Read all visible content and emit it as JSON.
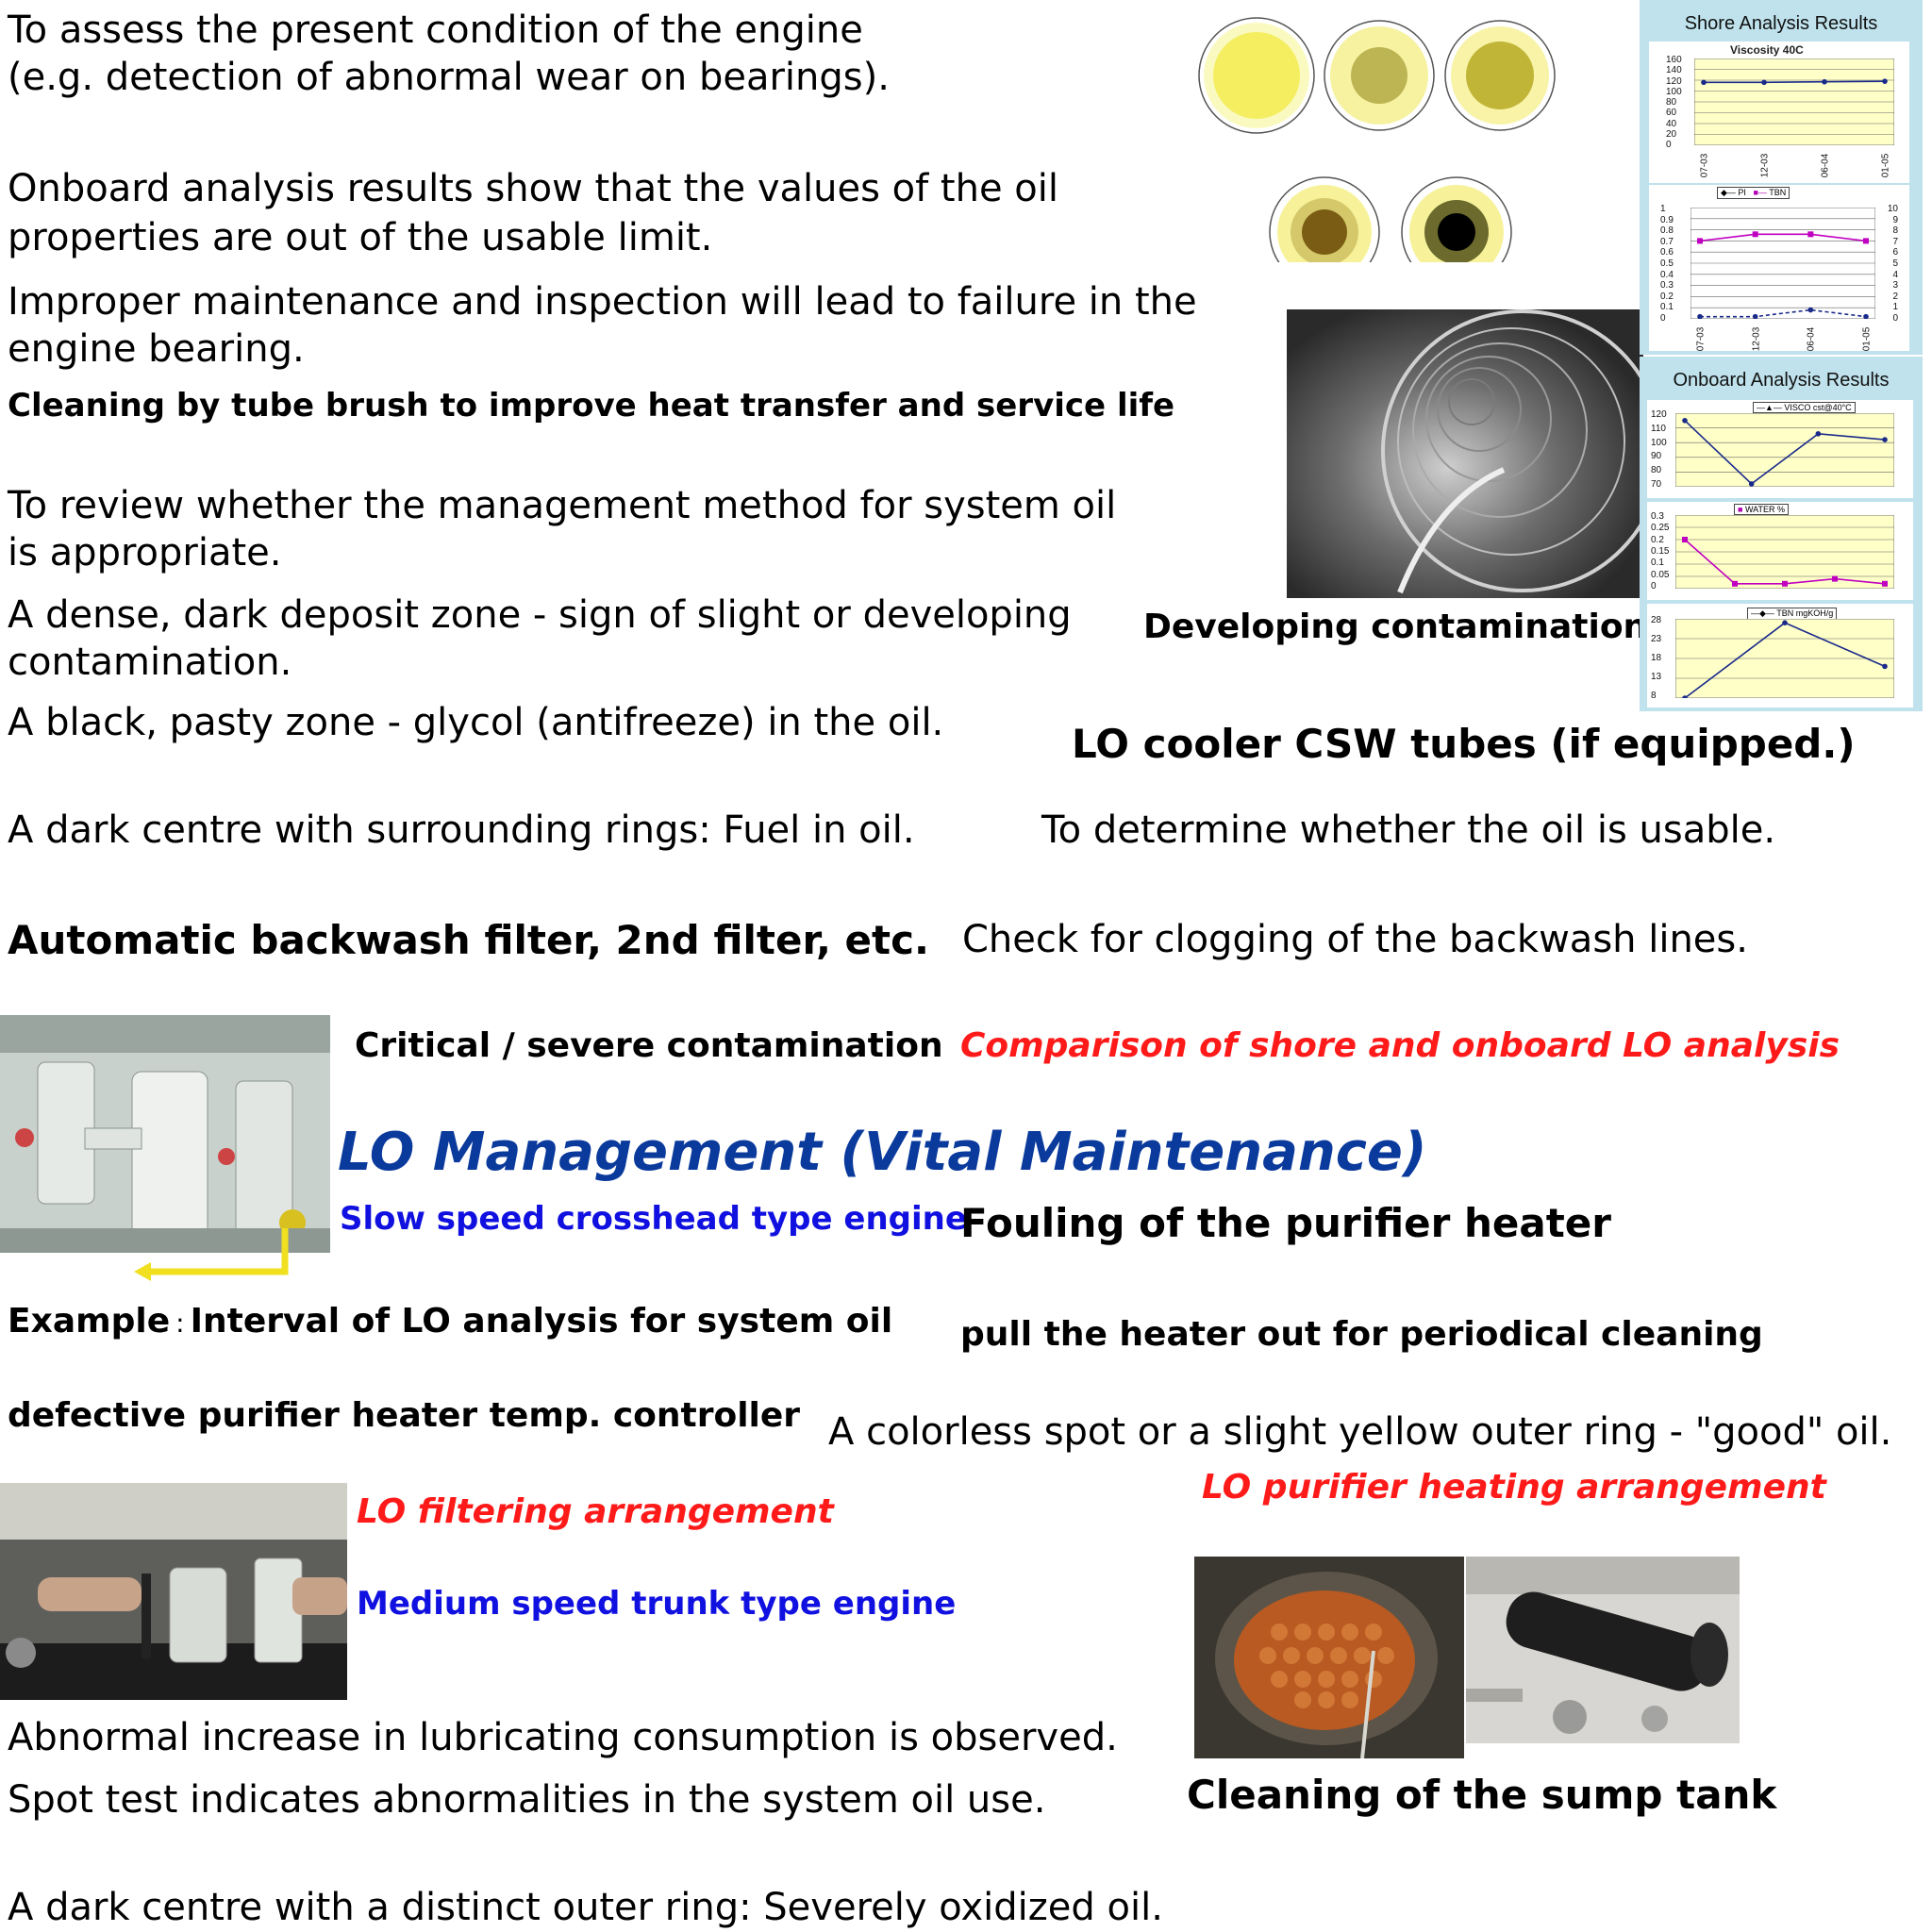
{
  "text": {
    "assess_1": "To assess the present condition of the engine",
    "assess_2": "(e.g. detection of abnormal wear on bearings).",
    "onboard_1": "Onboard analysis results show that the values of the oil",
    "onboard_2": "properties are out of the usable limit.",
    "improper_1": "Improper maintenance and inspection will lead to failure in the",
    "improper_2": "engine bearing.",
    "cleaning_tube": "Cleaning by tube brush to improve heat transfer and service life",
    "review_1": "To review whether the management method for system oil",
    "review_2": "is appropriate.",
    "dense_1": "A dense, dark deposit zone - sign of slight or developing",
    "dense_2": "contamination.",
    "black_pasty": "A black, pasty zone - glycol (antifreeze) in the oil.",
    "dark_centre_rings": "A dark centre with surrounding rings: Fuel in oil.",
    "backwash_filter": "Automatic backwash filter, 2nd filter, etc.",
    "critical": "Critical / severe contamination",
    "lo_title": "LO Management (Vital Maintenance)",
    "slow_speed": "Slow speed crosshead type engine",
    "example_prefix": "Example",
    "example_sep": ":",
    "example_rest": "Interval of LO analysis for system oil",
    "defective": "defective purifier heater temp. controller",
    "lo_filtering": "LO filtering arrangement",
    "medium_speed": "Medium speed trunk type engine",
    "abnormal_increase": "Abnormal increase in lubricating consumption is observed.",
    "spot_test": "Spot test indicates abnormalities in the system oil use.",
    "dark_centre_ring": "A dark centre with a distinct outer ring: Severely oxidized oil.",
    "developing": "Developing contamination",
    "lo_cooler": "LO cooler CSW tubes (if equipped.)",
    "determine_usable": "To determine whether the oil is usable.",
    "check_clogging": "Check for clogging of the backwash lines.",
    "comparison": "Comparison of shore and onboard LO analysis",
    "fouling": "Fouling of the purifier heater",
    "pull_heater": "pull the heater out for periodical cleaning",
    "colorless_spot": "A colorless spot or a slight yellow outer ring - \"good\" oil.",
    "purifier_heating": "LO purifier heating arrangement",
    "cleaning_sump": "Cleaning of the sump tank"
  },
  "shore_panel": {
    "title": "Shore Analysis Results",
    "viscosity_title": "Viscosity 40C",
    "viscosity_yticks": [
      "160",
      "140",
      "120",
      "100",
      "80",
      "60",
      "40",
      "20",
      "0"
    ],
    "xticks": [
      "07-03",
      "12-03",
      "06-04",
      "01-05"
    ],
    "pi_legend": "PI",
    "tbn_legend": "TBN",
    "left_yticks": [
      "1",
      "0.9",
      "0.8",
      "0.7",
      "0.6",
      "0.5",
      "0.4",
      "0.3",
      "0.2",
      "0.1",
      "0"
    ],
    "right_yticks": [
      "10",
      "9",
      "8",
      "7",
      "6",
      "5",
      "4",
      "3",
      "2",
      "1",
      "0"
    ]
  },
  "onboard_panel": {
    "title": "Onboard Analysis Results",
    "visco_legend": "VISCO cst@40°C",
    "visco_yticks": [
      "120",
      "110",
      "100",
      "90",
      "80",
      "70"
    ],
    "water_legend": "WATER %",
    "water_yticks": [
      "0.3",
      "0.25",
      "0.2",
      "0.15",
      "0.1",
      "0.05",
      "0"
    ],
    "tbn_legend": "TBN mgKOH/g",
    "tbn_yticks": [
      "28",
      "23",
      "18",
      "13",
      "8"
    ]
  },
  "chart_data": [
    {
      "type": "line",
      "title": "Viscosity 40C",
      "x": [
        "07-03",
        "12-03",
        "06-04",
        "01-05"
      ],
      "ylim": [
        0,
        160
      ],
      "series": [
        {
          "values": [
            116,
            116,
            117,
            118
          ]
        }
      ]
    },
    {
      "type": "line",
      "x": [
        "07-03",
        "12-03",
        "06-04",
        "01-05"
      ],
      "ylim": [
        0,
        1
      ],
      "series": [
        {
          "name": "PI",
          "values": [
            0.02,
            0.02,
            0.08,
            0.02
          ]
        },
        {
          "name": "TBN",
          "values": [
            7.0,
            7.6,
            7.6,
            7.0
          ]
        }
      ]
    },
    {
      "type": "line",
      "x": [
        "1",
        "2",
        "3",
        "4"
      ],
      "ylim": [
        70,
        120
      ],
      "series": [
        {
          "name": "VISCO cst@40°C",
          "values": [
            115,
            72,
            106,
            102
          ]
        }
      ]
    },
    {
      "type": "line",
      "x": [
        "1",
        "2",
        "3",
        "4",
        "5"
      ],
      "ylim": [
        0,
        0.3
      ],
      "series": [
        {
          "name": "WATER %",
          "values": [
            0.2,
            0.02,
            0.02,
            0.04,
            0.02
          ]
        }
      ]
    },
    {
      "type": "line",
      "x": [
        "1",
        "2",
        "3"
      ],
      "ylim": [
        8,
        28
      ],
      "series": [
        {
          "name": "TBN mgKOH/g",
          "values": [
            8,
            27,
            16
          ]
        }
      ]
    }
  ],
  "colors": {
    "title_blue": "#0a3a9c",
    "label_red": "#ff1a1a",
    "label_blue": "#1010e0",
    "panel_bg": "#bfe2ec",
    "chart_bg": "#ffffc8"
  }
}
